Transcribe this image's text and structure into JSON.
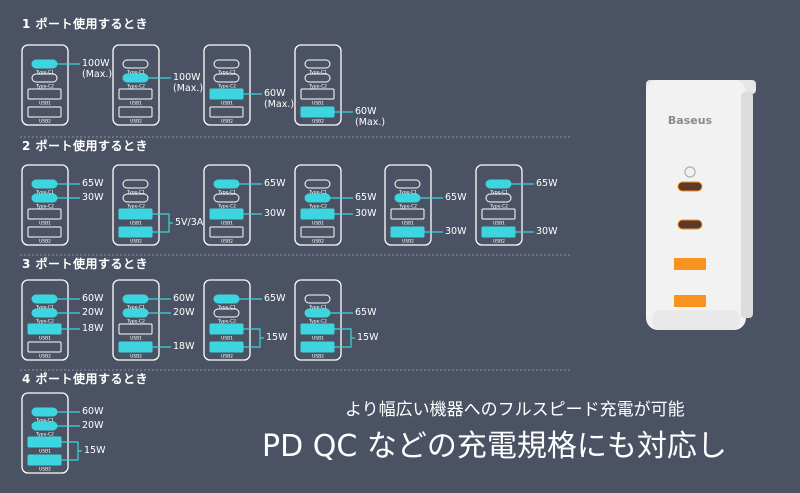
{
  "port_labels": {
    "c1": "Type-C1",
    "c2": "Type-C2",
    "u1": "USB1",
    "u2": "USB2"
  },
  "brand": "Baseus",
  "tagline": {
    "line1": "より幅広い機器へのフルスピード充電が可能",
    "line2": "PD QC などの充電規格にも対応し"
  },
  "colors": {
    "background": "#4a5263",
    "active": "#3dd6e0",
    "card": "#ffffff",
    "charger": "#f2f2f2",
    "usb_port": "#f7931e"
  },
  "sections": [
    {
      "title": "1 ポート使用するとき",
      "configs": [
        {
          "c1": true,
          "c2": false,
          "u1": false,
          "u2": false,
          "labels": {
            "c1": [
              "100W",
              "(Max.)"
            ]
          }
        },
        {
          "c1": false,
          "c2": true,
          "u1": false,
          "u2": false,
          "labels": {
            "c2": [
              "100W",
              "(Max.)"
            ]
          }
        },
        {
          "c1": false,
          "c2": false,
          "u1": true,
          "u2": false,
          "labels": {
            "u1": [
              "60W",
              "(Max.)"
            ]
          }
        },
        {
          "c1": false,
          "c2": false,
          "u1": false,
          "u2": true,
          "labels": {
            "u2": [
              "60W",
              "(Max.)"
            ]
          }
        }
      ]
    },
    {
      "title": "2 ポート使用するとき",
      "configs": [
        {
          "c1": true,
          "c2": true,
          "u1": false,
          "u2": false,
          "labels": {
            "c1": [
              "65W"
            ],
            "c2": [
              "30W"
            ]
          }
        },
        {
          "c1": false,
          "c2": false,
          "u1": true,
          "u2": true,
          "labels": {
            "u12": [
              "5V/3A"
            ]
          }
        },
        {
          "c1": true,
          "c2": false,
          "u1": true,
          "u2": false,
          "labels": {
            "c1": [
              "65W"
            ],
            "u1": [
              "30W"
            ]
          }
        },
        {
          "c1": false,
          "c2": true,
          "u1": true,
          "u2": false,
          "labels": {
            "c2": [
              "65W"
            ],
            "u1": [
              "30W"
            ]
          }
        },
        {
          "c1": false,
          "c2": true,
          "u1": false,
          "u2": true,
          "labels": {
            "c2": [
              "65W"
            ],
            "u2": [
              "30W"
            ]
          }
        },
        {
          "c1": true,
          "c2": false,
          "u1": false,
          "u2": true,
          "labels": {
            "c1": [
              "65W"
            ],
            "u2": [
              "30W"
            ]
          }
        }
      ]
    },
    {
      "title": "3 ポート使用するとき",
      "configs": [
        {
          "c1": true,
          "c2": true,
          "u1": true,
          "u2": false,
          "labels": {
            "c1": [
              "60W"
            ],
            "c2": [
              "20W"
            ],
            "u1": [
              "18W"
            ]
          }
        },
        {
          "c1": true,
          "c2": true,
          "u1": false,
          "u2": true,
          "labels": {
            "c1": [
              "60W"
            ],
            "c2": [
              "20W"
            ],
            "u2": [
              "18W"
            ]
          }
        },
        {
          "c1": true,
          "c2": false,
          "u1": true,
          "u2": true,
          "labels": {
            "c1": [
              "65W"
            ],
            "u12": [
              "15W"
            ]
          }
        },
        {
          "c1": false,
          "c2": true,
          "u1": true,
          "u2": true,
          "labels": {
            "c2": [
              "65W"
            ],
            "u12": [
              "15W"
            ]
          }
        }
      ]
    },
    {
      "title": "4 ポート使用するとき",
      "configs": [
        {
          "c1": true,
          "c2": true,
          "u1": true,
          "u2": true,
          "labels": {
            "c1": [
              "60W"
            ],
            "c2": [
              "20W"
            ],
            "u12": [
              "15W"
            ]
          }
        }
      ]
    }
  ]
}
